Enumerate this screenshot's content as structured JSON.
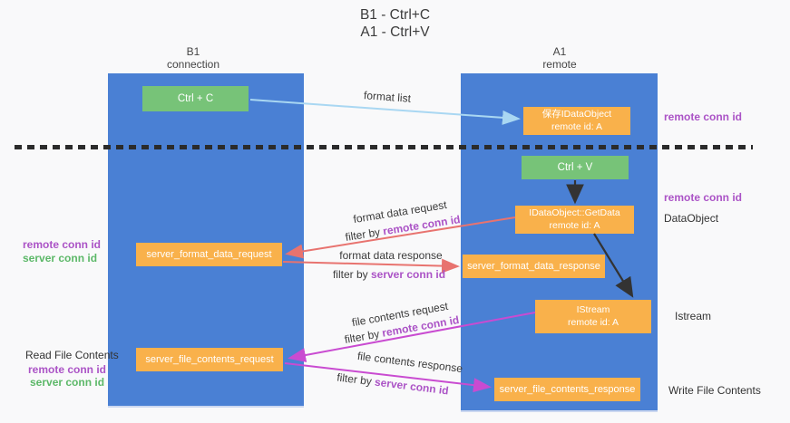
{
  "title": {
    "line1": "B1 - Ctrl+C",
    "line2": "A1 - Ctrl+V"
  },
  "lanes": {
    "left": {
      "name": "B1",
      "subtitle": "connection"
    },
    "right": {
      "name": "A1",
      "subtitle": "remote"
    }
  },
  "boxes": {
    "ctrl_c": {
      "label": "Ctrl + C"
    },
    "ctrl_v": {
      "label": "Ctrl + V"
    },
    "save_dataobject": {
      "line1": "保存IDataObject",
      "line2": "remote id: A"
    },
    "getdata": {
      "line1": "IDataObject::GetData",
      "line2": "remote id: A"
    },
    "istream": {
      "line1": "IStream",
      "line2": "remote id: A"
    },
    "server_format_data_request": {
      "label": "server_format_data_request"
    },
    "server_format_data_response": {
      "label": "server_format_data_response"
    },
    "server_file_contents_request": {
      "label": "server_file_contents_request"
    },
    "server_file_contents_response": {
      "label": "server_file_contents_response"
    }
  },
  "arrows": {
    "format_list": {
      "label": "format list"
    },
    "format_data_request": {
      "label": "format data request",
      "filter_prefix": "filter by ",
      "filter_key": "remote conn id"
    },
    "format_data_response": {
      "label": "format data response",
      "filter_prefix": "filter by ",
      "filter_key": "server conn id"
    },
    "file_contents_request": {
      "label": "file contents request",
      "filter_prefix": "filter by ",
      "filter_key": "remote conn id"
    },
    "file_contents_response": {
      "label": "file contents response",
      "filter_prefix": "filter by ",
      "filter_key": "server conn id"
    }
  },
  "side_labels": {
    "right_remote_conn_id_top": "remote conn id",
    "right_remote_conn_id_mid": "remote conn id",
    "dataobject": "DataObject",
    "istream": "Istream",
    "write_file_contents": "Write File Contents",
    "left_remote_conn_id_top": "remote conn id",
    "left_server_conn_id_top": "server conn id",
    "read_file_contents": "Read File Contents",
    "left_remote_conn_id_bottom": "remote conn id",
    "left_server_conn_id_bottom": "server conn id"
  },
  "colors": {
    "lane-blue": "#4a80d4",
    "box-green": "#77c378",
    "box-orange": "#f9b14b",
    "purple": "#ab53c6",
    "green-text": "#5cb868",
    "salmon": "#e8736f",
    "magenta": "#c94bd1",
    "light-blue": "#a9d7f2",
    "ink": "#3b3b3b"
  }
}
